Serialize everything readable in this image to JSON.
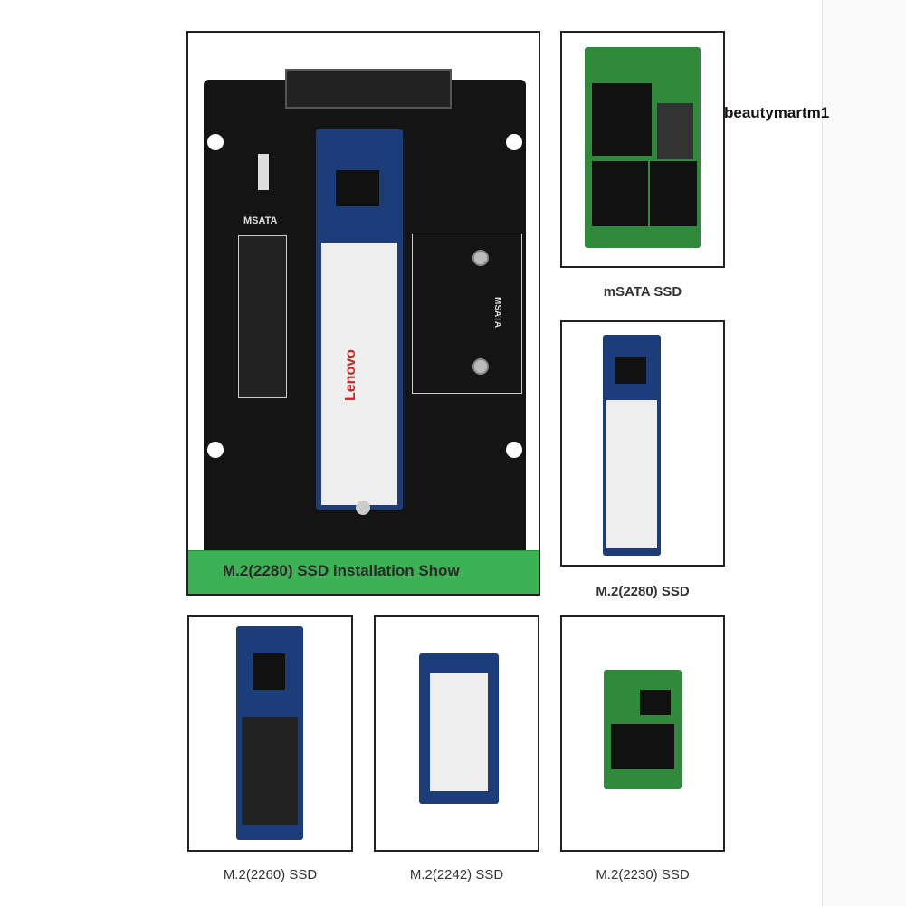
{
  "watermark": "beautymartm1",
  "main_panel": {
    "banner": "M.2(2280) SSD installation Show",
    "board_label": "MSATA",
    "board_label_side": "MSATA",
    "ssd_brand": "Lenovo",
    "banner_color": "#3db155"
  },
  "products": [
    {
      "caption": "mSATA SSD"
    },
    {
      "caption": "M.2(2280) SSD"
    },
    {
      "caption": "M.2(2260) SSD"
    },
    {
      "caption": "M.2(2242) SSD"
    },
    {
      "caption": "M.2(2230) SSD"
    }
  ]
}
